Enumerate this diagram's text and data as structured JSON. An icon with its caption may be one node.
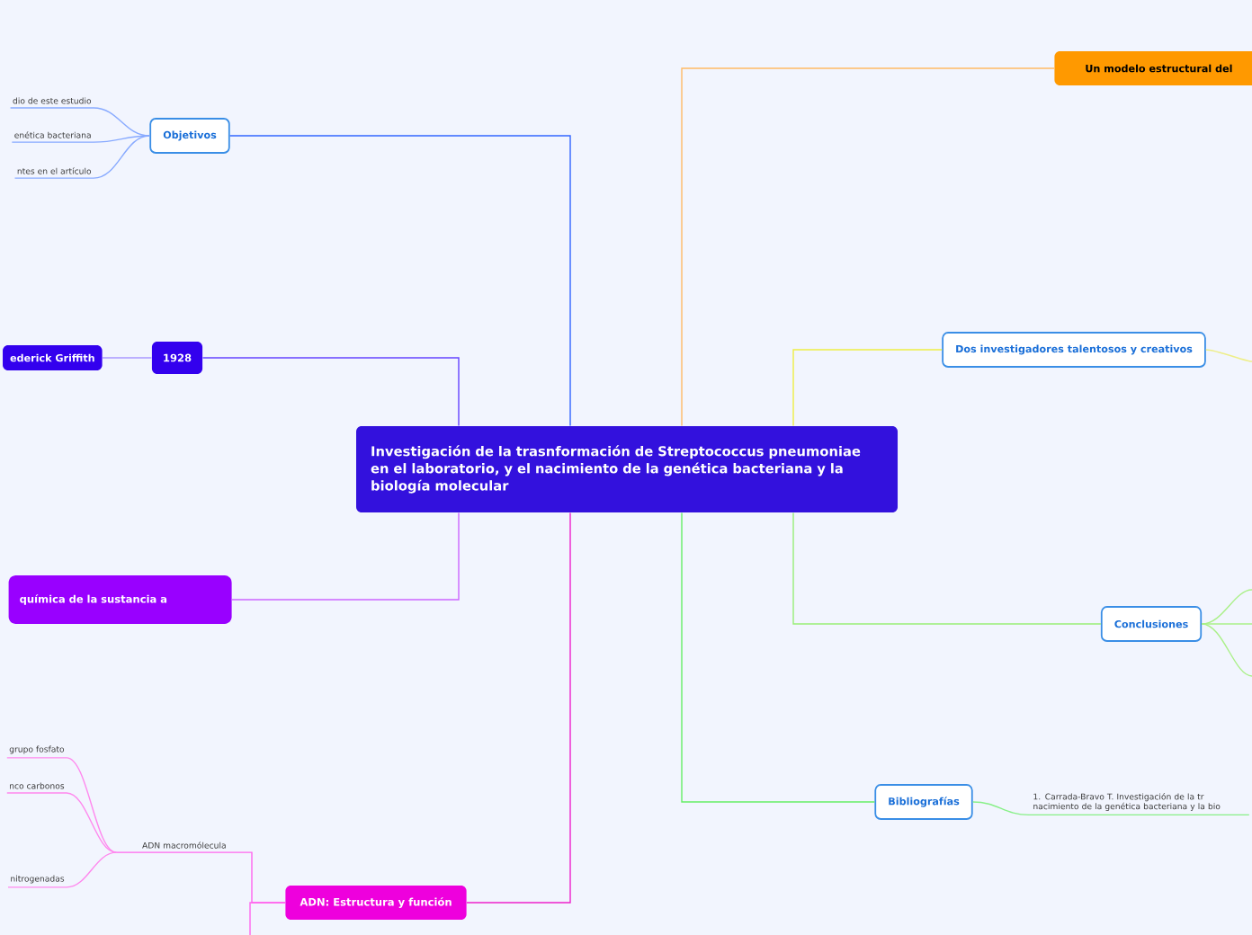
{
  "diagram": {
    "nodes": [
      {
        "text": [
          "Investigación de la trasnformación de Streptococcus pneumoniae en el laboratorio, y el nacimiento de la genética bacteriana y la biología molecular"
        ]
      },
      {
        "text": [
          "Objetivos"
        ]
      },
      {
        "text": [
          "dio de este estudio"
        ]
      },
      {
        "text": [
          "enética bacteriana"
        ]
      },
      {
        "text": [
          "ntes en el artículo"
        ]
      },
      {
        "text": [
          "1928"
        ]
      },
      {
        "text": [
          "ederick Griffith"
        ]
      },
      {
        "text": [
          "química de la sustancia a"
        ]
      },
      {
        "text": [
          "ADN: Estructura y función"
        ]
      },
      {
        "text": [
          "ADN macromólecula"
        ]
      },
      {
        "text": [
          "grupo fosfato"
        ]
      },
      {
        "text": [
          "nco carbonos"
        ]
      },
      {
        "text": [
          "nitrogenadas"
        ]
      },
      {
        "text": [
          "Un modelo estructural del"
        ]
      },
      {
        "text": [
          "Dos investigadores talentosos y creativos"
        ]
      },
      {
        "text": [
          "Conclusiones"
        ]
      },
      {
        "text": [
          "Bibliografías"
        ]
      },
      {
        "text": [
          "1.      Carrada-Bravo T. Investigación de la tr nacimiento de la genética bacteriana y la bio"
        ]
      }
    ],
    "edges": [
      {
        "from": 0,
        "to": 1,
        "arrow": "none",
        "color": "#3366ff"
      },
      {
        "from": 1,
        "to": 2,
        "arrow": "none",
        "color": "#88aaff"
      },
      {
        "from": 1,
        "to": 3,
        "arrow": "none",
        "color": "#88aaff"
      },
      {
        "from": 1,
        "to": 4,
        "arrow": "none",
        "color": "#88aaff"
      },
      {
        "from": 0,
        "to": 5,
        "arrow": "none",
        "color": "#6644ff"
      },
      {
        "from": 5,
        "to": 6,
        "arrow": "none",
        "color": "#aa99ff"
      },
      {
        "from": 0,
        "to": 7,
        "arrow": "none",
        "color": "#cc66ff"
      },
      {
        "from": 0,
        "to": 8,
        "arrow": "none",
        "color": "#ee22cc"
      },
      {
        "from": 8,
        "to": 9,
        "arrow": "none",
        "color": "#ff66ee"
      },
      {
        "from": 8,
        "to": null,
        "arrow": "none",
        "color": "#ff66ee"
      },
      {
        "from": 9,
        "to": 10,
        "arrow": "none",
        "color": "#ff88ee"
      },
      {
        "from": 9,
        "to": 11,
        "arrow": "none",
        "color": "#ff88ee"
      },
      {
        "from": 9,
        "to": 12,
        "arrow": "none",
        "color": "#ff88ee"
      },
      {
        "from": 0,
        "to": 13,
        "arrow": "none",
        "color": "#ffbb66"
      },
      {
        "from": 0,
        "to": 14,
        "arrow": "none",
        "color": "#eeee44"
      },
      {
        "from": 14,
        "to": null,
        "arrow": "none",
        "color": "#eeee88"
      },
      {
        "from": 0,
        "to": 15,
        "arrow": "none",
        "color": "#99ee77"
      },
      {
        "from": 15,
        "to": null,
        "arrow": "none",
        "color": "#aaf088"
      },
      {
        "from": 15,
        "to": null,
        "arrow": "none",
        "color": "#aaf088"
      },
      {
        "from": 15,
        "to": null,
        "arrow": "none",
        "color": "#aaf088"
      },
      {
        "from": 0,
        "to": 16,
        "arrow": "none",
        "color": "#66ee66"
      },
      {
        "from": 16,
        "to": 17,
        "arrow": "none",
        "color": "#88f088"
      }
    ]
  }
}
